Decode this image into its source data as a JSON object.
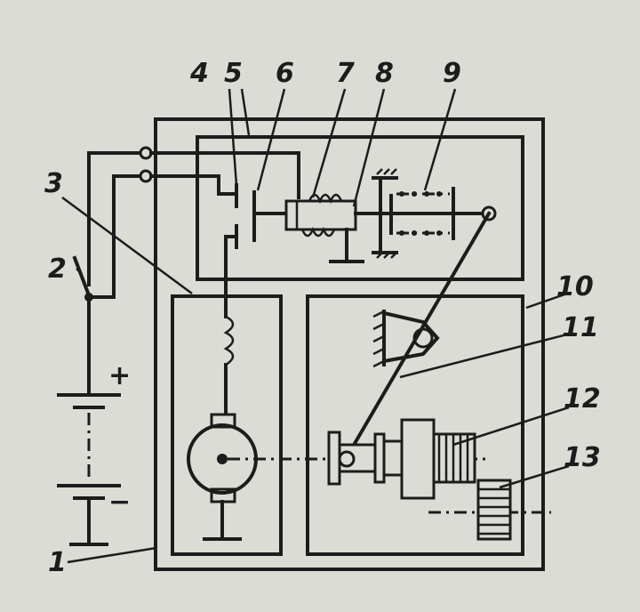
{
  "labels": {
    "l1": "1",
    "l2": "2",
    "l3": "3",
    "l4": "4",
    "l5": "5",
    "l6": "6",
    "l7": "7",
    "l8": "8",
    "l9": "9",
    "l10": "10",
    "l11": "11",
    "l12": "12",
    "l13": "13"
  },
  "battery": {
    "plus": "+",
    "minus": "−"
  }
}
